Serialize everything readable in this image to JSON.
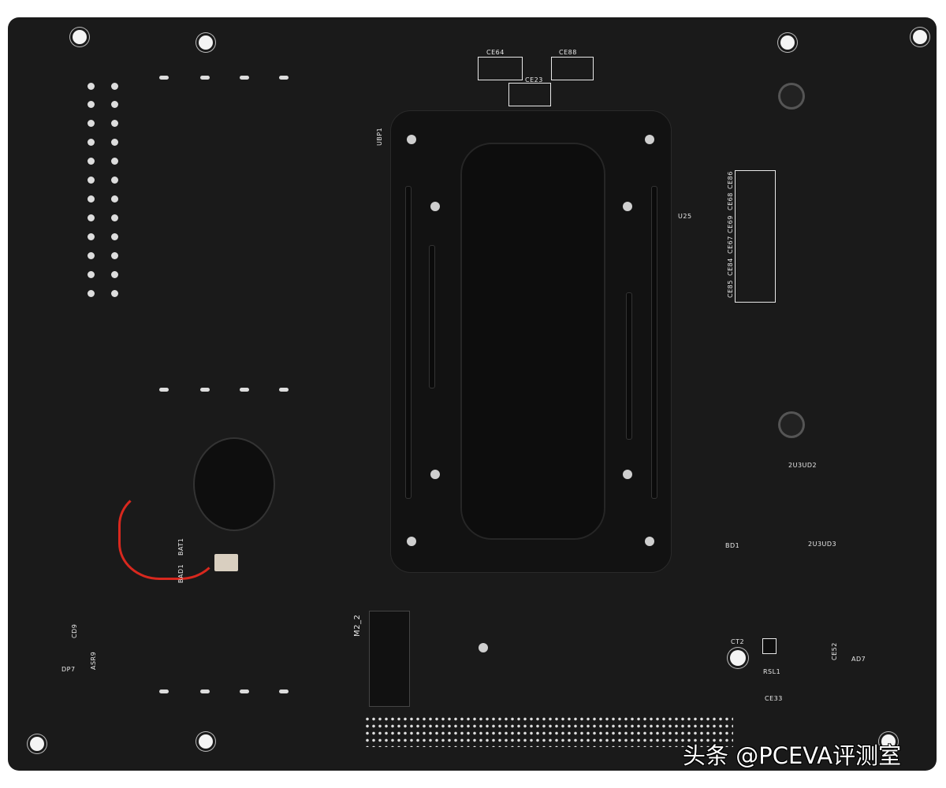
{
  "image": {
    "subject": "Motherboard rear side (backplate view)",
    "watermark": "头条 @PCEVA评测室"
  },
  "silkscreen_labels": {
    "top_caps": [
      "CE64",
      "CE88",
      "CE23"
    ],
    "right_cap_column": [
      "CE86",
      "CE68",
      "CE69",
      "CE67",
      "CE84",
      "CE85"
    ],
    "chips": [
      "U25",
      "2U3UD2",
      "2U3UD3",
      "BD1"
    ],
    "cpu_area": "UBP1",
    "battery": [
      "BAT1",
      "BAD1"
    ],
    "m2_slot": "M2_2",
    "bottom_right": [
      "CT2",
      "RSL1",
      "CE52",
      "AD7",
      "CE33"
    ],
    "bottom_left": [
      "CD9",
      "DP7",
      "ASR9"
    ]
  },
  "colors": {
    "pcb": "#1a1a1a",
    "silkscreen": "#e8e8e8",
    "battery_wire_red": "#d8281e",
    "connector": "#d9cfc0"
  }
}
